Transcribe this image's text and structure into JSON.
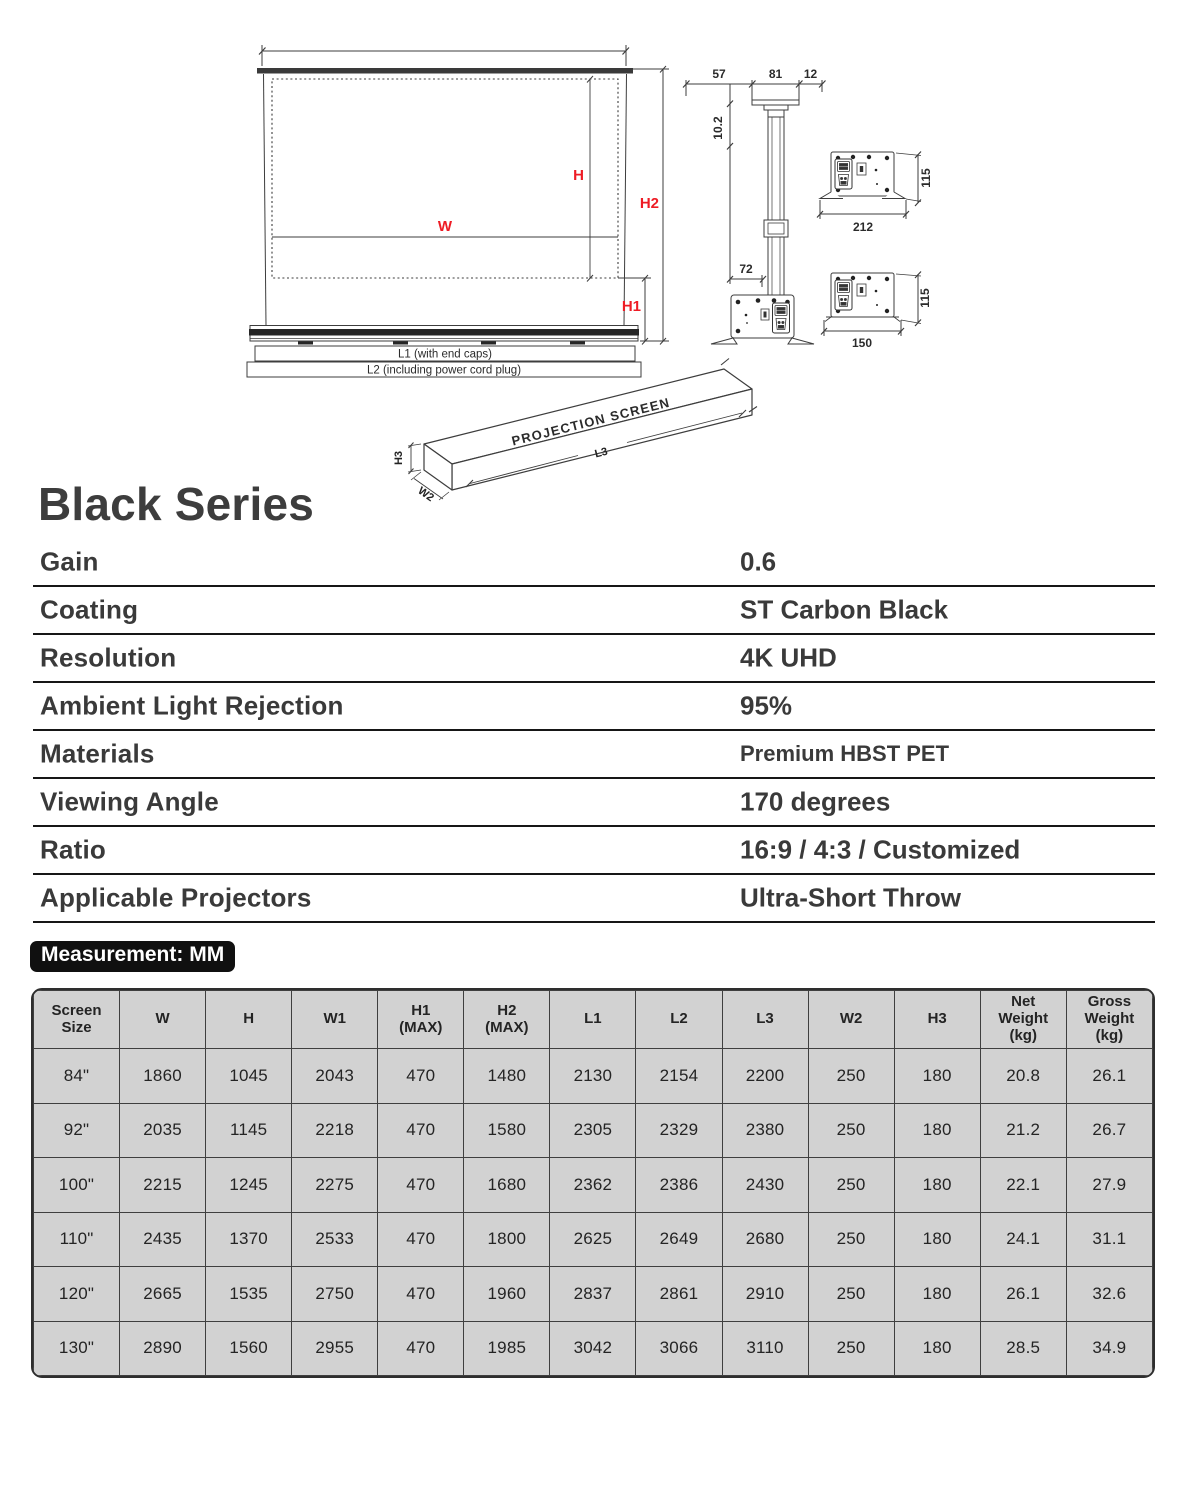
{
  "title": "Black Series",
  "diagram": {
    "front": {
      "h": "H",
      "h2": "H2",
      "w": "W",
      "h1": "H1",
      "l1": "L1 (with end caps)",
      "l2": "L2 (including power cord plug)"
    },
    "side": {
      "top_left": "57",
      "top_mid": "81",
      "top_right": "12",
      "neck": "10.2",
      "base_offset": "72"
    },
    "detail_top": {
      "height": "115",
      "width": "212"
    },
    "detail_bottom": {
      "height": "115",
      "width": "150"
    },
    "box3d": {
      "label": "PROJECTION SCREEN",
      "length": "L3",
      "height": "H3",
      "depth": "W2"
    }
  },
  "specs": [
    {
      "label": "Gain",
      "value": "0.6"
    },
    {
      "label": "Coating",
      "value": "ST Carbon Black"
    },
    {
      "label": "Resolution",
      "value": "4K UHD"
    },
    {
      "label": "Ambient Light Rejection",
      "value": "95%"
    },
    {
      "label": "Materials",
      "value": "Premium HBST PET",
      "small": true
    },
    {
      "label": "Viewing Angle",
      "value": "170 degrees"
    },
    {
      "label": "Ratio",
      "value": "16:9 / 4:3 / Customized"
    },
    {
      "label": "Applicable Projectors",
      "value": "Ultra-Short Throw"
    }
  ],
  "measurement_badge": "Measurement: MM",
  "table": {
    "headers": [
      "Screen\nSize",
      "W",
      "H",
      "W1",
      "H1\n(MAX)",
      "H2\n(MAX)",
      "L1",
      "L2",
      "L3",
      "W2",
      "H3",
      "Net\nWeight\n(kg)",
      "Gross\nWeight\n(kg)"
    ],
    "rows": [
      [
        "84\"",
        "1860",
        "1045",
        "2043",
        "470",
        "1480",
        "2130",
        "2154",
        "2200",
        "250",
        "180",
        "20.8",
        "26.1"
      ],
      [
        "92\"",
        "2035",
        "1145",
        "2218",
        "470",
        "1580",
        "2305",
        "2329",
        "2380",
        "250",
        "180",
        "21.2",
        "26.7"
      ],
      [
        "100\"",
        "2215",
        "1245",
        "2275",
        "470",
        "1680",
        "2362",
        "2386",
        "2430",
        "250",
        "180",
        "22.1",
        "27.9"
      ],
      [
        "110\"",
        "2435",
        "1370",
        "2533",
        "470",
        "1800",
        "2625",
        "2649",
        "2680",
        "250",
        "180",
        "24.1",
        "31.1"
      ],
      [
        "120\"",
        "2665",
        "1535",
        "2750",
        "470",
        "1960",
        "2837",
        "2861",
        "2910",
        "250",
        "180",
        "26.1",
        "32.6"
      ],
      [
        "130\"",
        "2890",
        "1560",
        "2955",
        "470",
        "1985",
        "3042",
        "3066",
        "3110",
        "250",
        "180",
        "28.5",
        "34.9"
      ]
    ]
  }
}
